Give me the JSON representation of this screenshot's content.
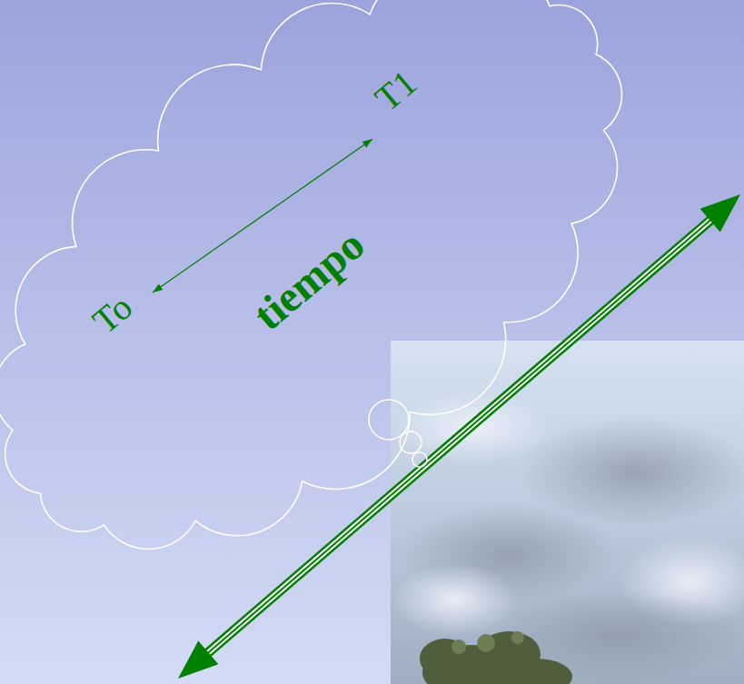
{
  "diagram": {
    "nodes": [
      {
        "text": [
          "To",
          "tiempo",
          "T1"
        ]
      }
    ]
  }
}
